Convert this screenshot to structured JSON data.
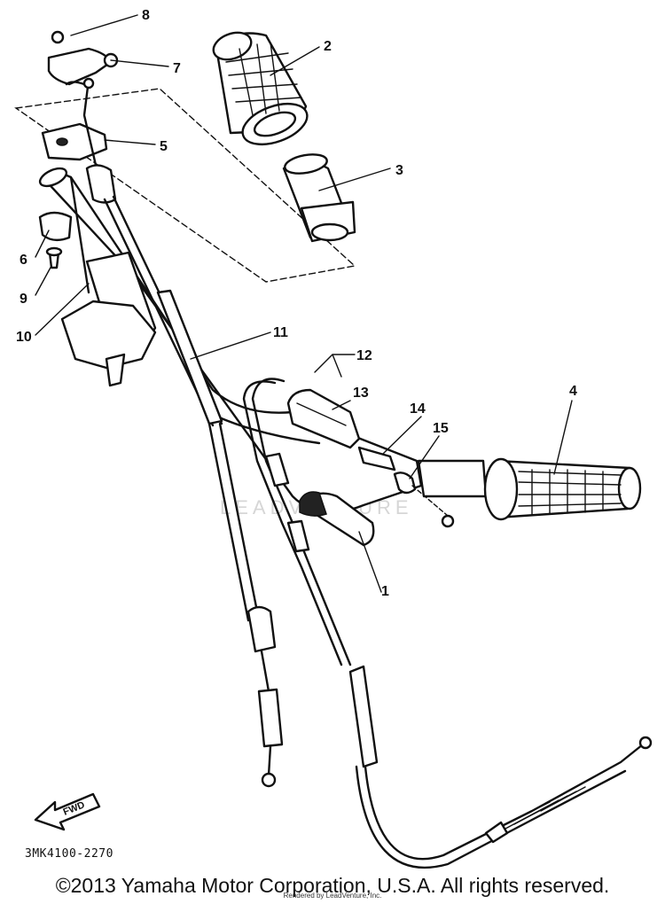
{
  "diagram": {
    "part_labels": [
      "1",
      "2",
      "3",
      "4",
      "5",
      "6",
      "7",
      "8",
      "9",
      "10",
      "11",
      "12",
      "13",
      "14",
      "15"
    ],
    "diagram_code": "3MK4100-2270",
    "fwd_label": "FWD",
    "watermark": "LEADVENTURE"
  },
  "footer": {
    "copyright": "©2013 Yamaha Motor Corporation, U.S.A. All rights reserved.",
    "rendered_by": "Rendered by LeadVenture, Inc."
  }
}
